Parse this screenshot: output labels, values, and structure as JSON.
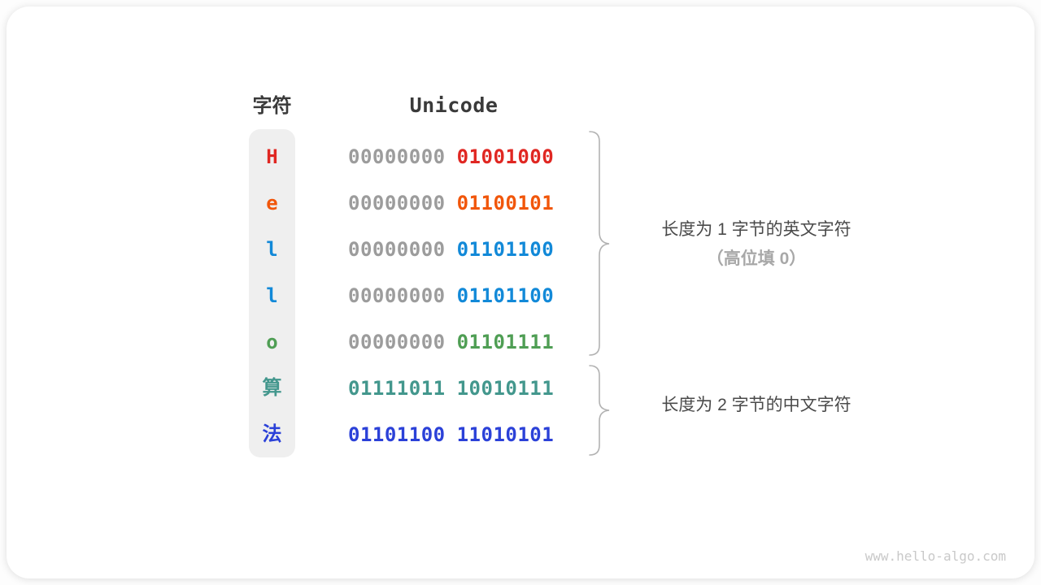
{
  "page": {
    "watermark": "www.hello-algo.com"
  },
  "table": {
    "char_header": "字符",
    "unicode_header": "Unicode",
    "rows": [
      {
        "char": "H",
        "char_color": "#e02722",
        "high_byte": "00000000",
        "high_color": "#9c9c9c",
        "low_byte": "01001000",
        "low_color": "#e02722"
      },
      {
        "char": "e",
        "char_color": "#f1560a",
        "high_byte": "00000000",
        "high_color": "#9c9c9c",
        "low_byte": "01100101",
        "low_color": "#f1560a"
      },
      {
        "char": "l",
        "char_color": "#1289d8",
        "high_byte": "00000000",
        "high_color": "#9c9c9c",
        "low_byte": "01101100",
        "low_color": "#1289d8"
      },
      {
        "char": "l",
        "char_color": "#1289d8",
        "high_byte": "00000000",
        "high_color": "#9c9c9c",
        "low_byte": "01101100",
        "low_color": "#1289d8"
      },
      {
        "char": "o",
        "char_color": "#4f9e54",
        "high_byte": "00000000",
        "high_color": "#9c9c9c",
        "low_byte": "01101111",
        "low_color": "#4f9e54"
      },
      {
        "char": "算",
        "char_color": "#43978d",
        "high_byte": "01111011",
        "high_color": "#43978d",
        "low_byte": "10010111",
        "low_color": "#43978d"
      },
      {
        "char": "法",
        "char_color": "#2b41d8",
        "high_byte": "01101100",
        "high_color": "#2b41d8",
        "low_byte": "11010101",
        "low_color": "#2b41d8"
      }
    ]
  },
  "annotations": {
    "english": {
      "line1": "长度为 1 字节的英文字符",
      "line2": "（高位填 0）"
    },
    "chinese": {
      "line1": "长度为 2 字节的中文字符"
    }
  },
  "colors": {
    "brace": "#b2b2b2"
  }
}
